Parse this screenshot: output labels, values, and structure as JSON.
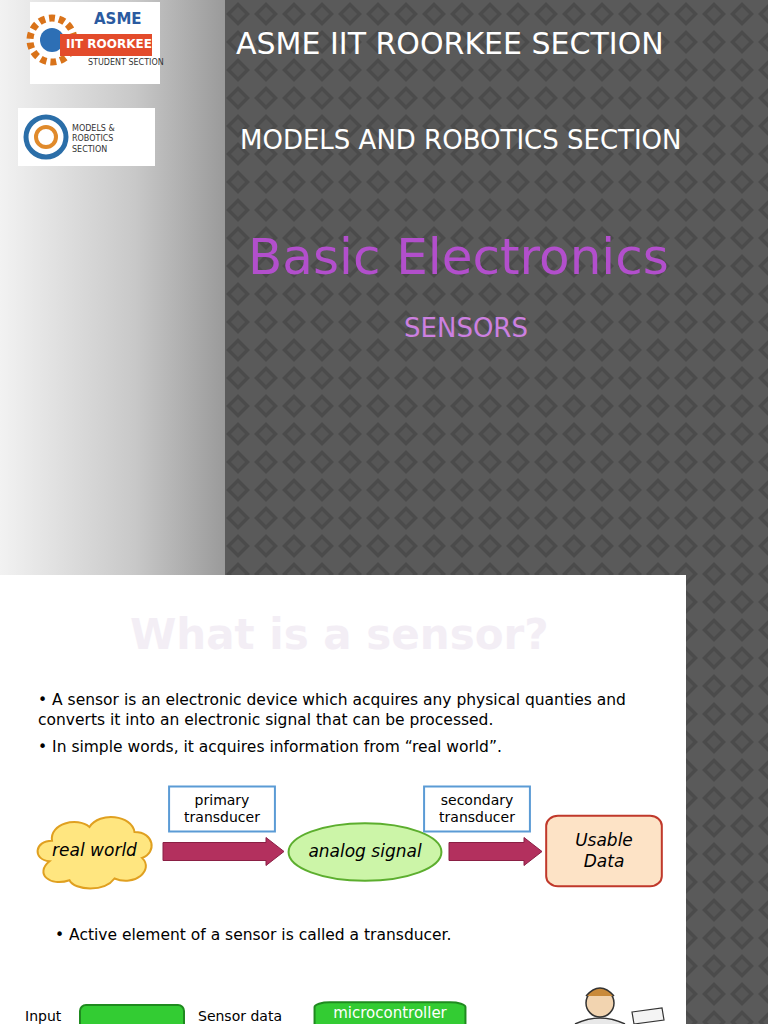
{
  "diagram": {
    "title": "Basic Electronics",
    "nodes": [
      {
        "text": [
          "real world"
        ]
      },
      {
        "text": [
          "primary transducer"
        ]
      },
      {
        "text": [
          "analog signal"
        ]
      },
      {
        "text": [
          "secondary transducer"
        ]
      },
      {
        "text": [
          "Usable Data"
        ]
      },
      {
        "text": [
          "microcontroller"
        ]
      }
    ],
    "edges": [
      {
        "from": 0,
        "to": 2,
        "arrow": "to"
      },
      {
        "from": 2,
        "to": 4,
        "arrow": "to"
      }
    ],
    "labels": [
      "ASME",
      "IIT ROORKEE",
      "STUDENT SECTION",
      "MODELS & ROBOTICS SECTION",
      "ASME IIT ROORKEE SECTION",
      "MODELS AND ROBOTICS SECTION",
      "SENSORS",
      "What is a sensor?",
      "• A sensor is an electronic device which acquires any physical quanties and converts it into an electronic signal that can be processed.",
      "• In simple words, it acquires information from “real world”.",
      "• Active element of a sensor is called a transducer.",
      "Input",
      "Sensor data"
    ]
  }
}
